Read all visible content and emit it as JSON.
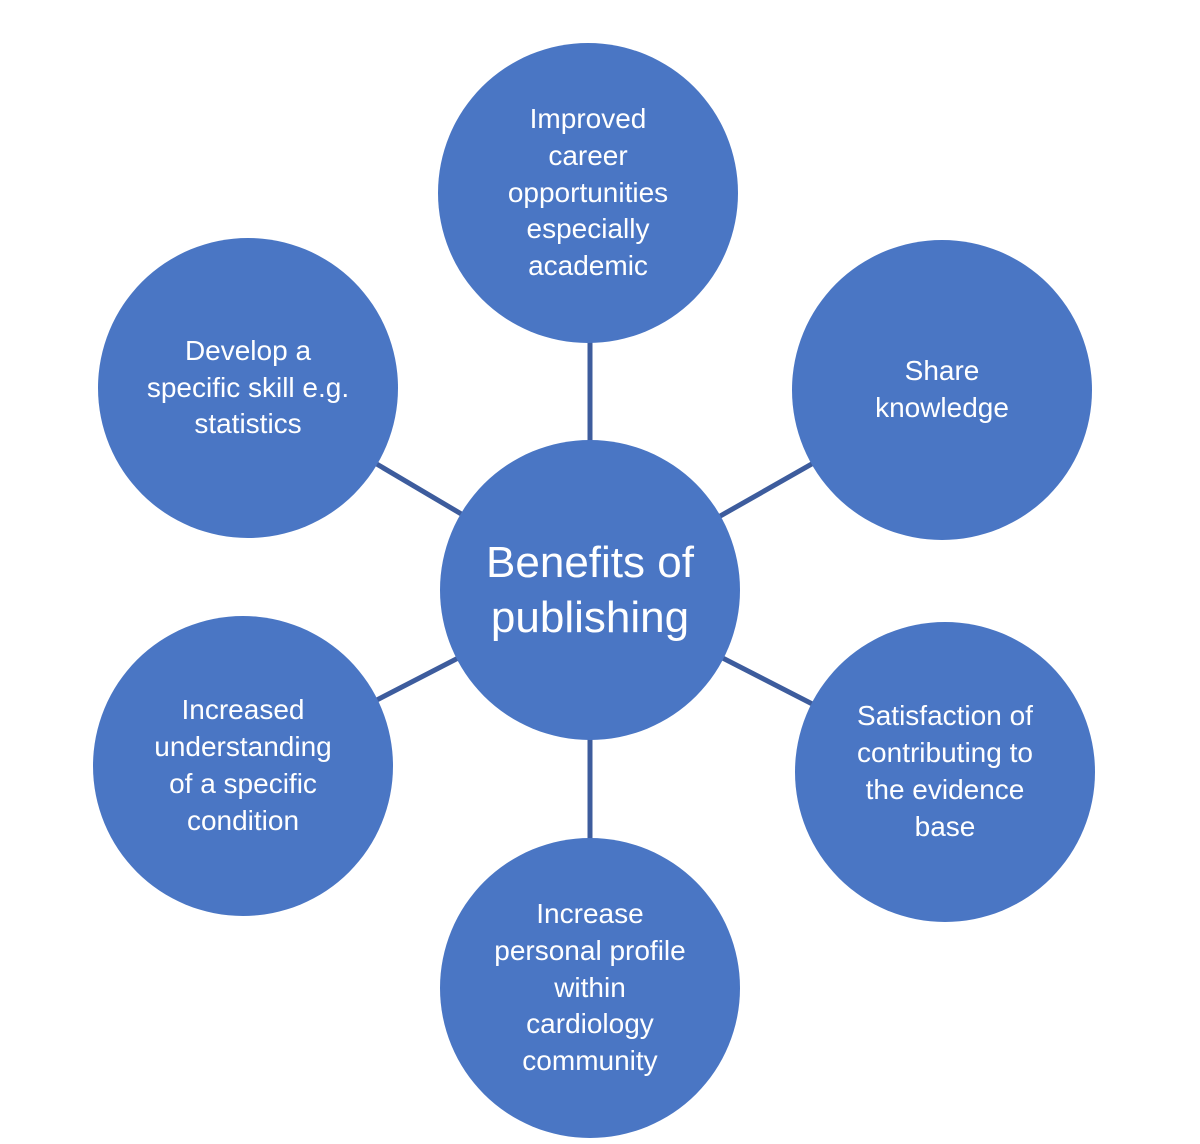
{
  "diagram": {
    "type": "radial-cycle",
    "title": "Benefits of publishing",
    "colors": {
      "node_fill": "#4a76c4",
      "connector": "#3d5c9d",
      "text": "#ffffff",
      "background": "#ffffff"
    },
    "center": {
      "label": "Benefits of\npublishing"
    },
    "nodes": [
      {
        "id": "top",
        "label": "Improved\ncareer\nopportunities\nespecially\nacademic"
      },
      {
        "id": "top-right",
        "label": "Share\nknowledge"
      },
      {
        "id": "bottom-right",
        "label": "Satisfaction of\ncontributing to\nthe evidence\nbase"
      },
      {
        "id": "bottom",
        "label": "Increase\npersonal profile\nwithin\ncardiology\ncommunity"
      },
      {
        "id": "bottom-left",
        "label": "Increased\nunderstanding\nof a specific\ncondition"
      },
      {
        "id": "top-left",
        "label": "Develop a\nspecific skill e.g.\nstatistics"
      }
    ]
  }
}
